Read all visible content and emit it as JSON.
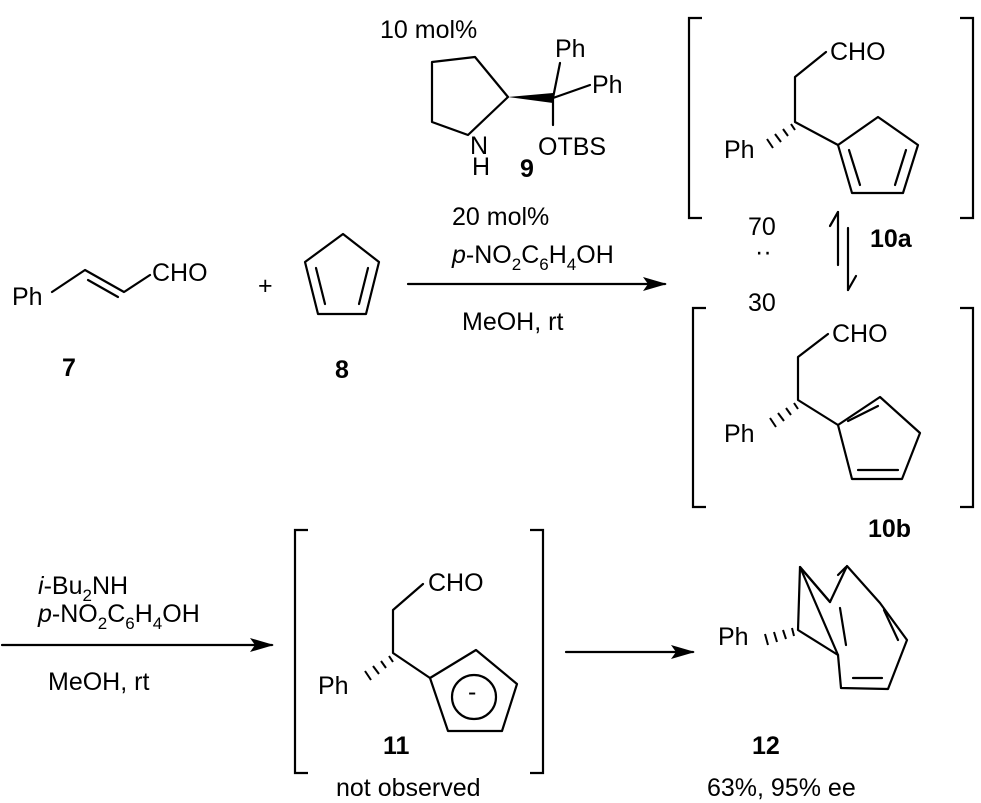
{
  "catalyst": {
    "loading": "10 mol%",
    "ph1": "Ph",
    "ph2": "Ph",
    "n": "N",
    "h": "H",
    "otbs": "OTBS",
    "label": "9"
  },
  "reactants": {
    "cinnamaldehyde": {
      "ph": "Ph",
      "cho": "CHO",
      "label": "7"
    },
    "plus": "+",
    "cyclopentadiene": {
      "label": "8"
    }
  },
  "step1": {
    "acid_loading": "20 mol%",
    "acid_prefix": "p",
    "acid_main": "-NO",
    "acid_sub1": "2",
    "acid_c": "C",
    "acid_sub2": "6",
    "acid_h": "H",
    "acid_sub3": "4",
    "acid_oh": "OH",
    "conditions": "MeOH, rt"
  },
  "intermediates": {
    "a": {
      "cho": "CHO",
      "ph": "Ph",
      "label": "10a"
    },
    "b": {
      "cho": "CHO",
      "ph": "Ph",
      "label": "10b"
    },
    "ratio_top": "70",
    "ratio_sep": "··",
    "ratio_bottom": "30"
  },
  "step2": {
    "base_prefix": "i",
    "base_main": "-Bu",
    "base_sub": "2",
    "base_nh": "NH",
    "acid_prefix": "p",
    "acid_main": "-NO",
    "acid_sub1": "2",
    "acid_c": "C",
    "acid_sub2": "6",
    "acid_h": "H",
    "acid_sub3": "4",
    "acid_oh": "OH",
    "conditions": "MeOH, rt"
  },
  "anion": {
    "cho": "CHO",
    "ph": "Ph",
    "charge": "-",
    "label": "11",
    "note": "not observed"
  },
  "product": {
    "ph": "Ph",
    "label": "12",
    "yield": "63%, 95% ee"
  }
}
